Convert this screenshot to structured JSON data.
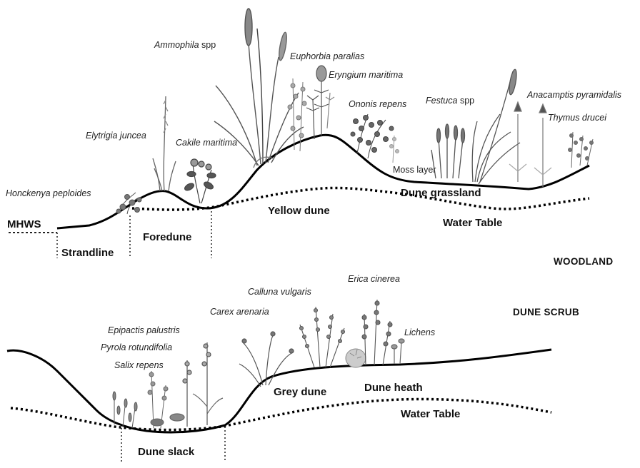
{
  "top_profile": {
    "species": {
      "ammophila": "Ammophila",
      "ammophila_suffix": " spp",
      "euphorbia": "Euphorbia paralias",
      "eryngium": "Eryngium maritima",
      "ononis": "Ononis repens",
      "festuca": "Festuca",
      "festuca_suffix": " spp",
      "anacamptis": "Anacamptis pyramidalis",
      "thymus": "Thymus drucei",
      "elytrigia": "Elytrigia juncea",
      "cakile": "Cakile maritima",
      "honckenya": "Honckenya peploides"
    },
    "moss_layer": "Moss layer",
    "zones": {
      "mhws": "MHWS",
      "strandline": "Strandline",
      "foredune": "Foredune",
      "yellow_dune": "Yellow dune",
      "dune_grassland": "Dune grassland",
      "water_table": "Water Table"
    }
  },
  "succession": {
    "woodland": "WOODLAND",
    "dune_scrub": "DUNE SCRUB"
  },
  "bottom_profile": {
    "species": {
      "erica": "Erica cinerea",
      "calluna": "Calluna vulgaris",
      "carex": "Carex arenaria",
      "lichens": "Lichens",
      "epipactis": "Epipactis palustris",
      "pyrola": "Pyrola rotundifolia",
      "salix": "Salix repens"
    },
    "zones": {
      "grey_dune": "Grey dune",
      "dune_heath": "Dune heath",
      "water_table": "Water Table",
      "dune_slack": "Dune slack"
    }
  },
  "colors": {
    "ground": "#000000",
    "plant_stroke": "#444444",
    "plant_light": "#8a8a8a"
  }
}
